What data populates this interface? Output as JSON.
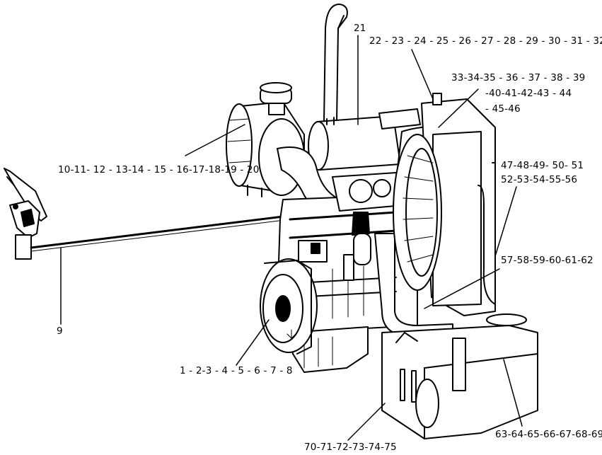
{
  "labels": {
    "l9": "9",
    "l10": "10-11- 12 - 13-14 - 15 - 16-17-18-19 - 20",
    "l21": "21",
    "l22": "22 - 23 - 24 - 25 - 26 - 27 - 28 - 29 - 30 - 31 - 32",
    "l33a": "33-34-35 - 36 - 37 - 38 - 39",
    "l33b": "-40-41-42-43 - 44",
    "l33c": "- 45-46",
    "l47a": "47-48-49- 50- 51",
    "l47b": "52-53-54-55-56",
    "l57": "57-58-59-60-61-62",
    "l1": "1 - 2-3 - 4 - 5 - 6 - 7 - 8",
    "l70": "70-71-72-73-74-75",
    "l63": "63-64-65-66-67-68-69"
  }
}
